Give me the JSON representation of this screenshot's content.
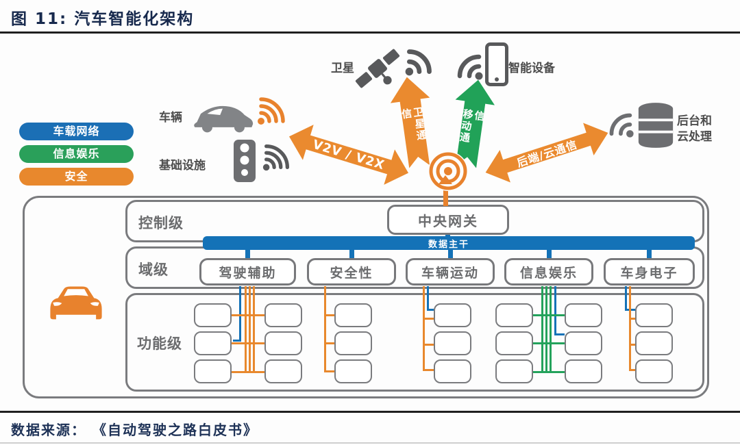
{
  "header": {
    "title": "图 11: 汽车智能化架构"
  },
  "footer": {
    "source": "数据来源：  《自动驾驶之路白皮书》"
  },
  "legend": {
    "items": [
      {
        "label": "车载网络",
        "color": "#1b6fb5"
      },
      {
        "label": "信息娱乐",
        "color": "#2aa05a"
      },
      {
        "label": "安全",
        "color": "#e8882d"
      }
    ]
  },
  "actors": {
    "vehicle": "车辆",
    "infrastructure": "基础设施",
    "satellite": "卫星",
    "smart_device": "智能设备",
    "backend_cloud": {
      "line1": "后台和",
      "line2": "云处理"
    }
  },
  "links": {
    "v2x": "V2V / V2X",
    "satellite_comm": "卫星通信",
    "mobile_comm": "移动通信",
    "backend_comm": "后端/云通信"
  },
  "architecture": {
    "levels": {
      "control": "控制级",
      "domain": "域级",
      "function": "功能级"
    },
    "central_gateway": "中央网关",
    "data_backbone": "数据主干",
    "domains": [
      {
        "label": "驾驶辅助"
      },
      {
        "label": "安全性"
      },
      {
        "label": "车辆运动"
      },
      {
        "label": "信息娱乐"
      },
      {
        "label": "车身电子"
      }
    ]
  },
  "colors": {
    "orange": "#e8882d",
    "blue": "#1472b7",
    "green": "#23a25b",
    "navy": "#17294d",
    "icon_gray": "#6d6e71"
  }
}
